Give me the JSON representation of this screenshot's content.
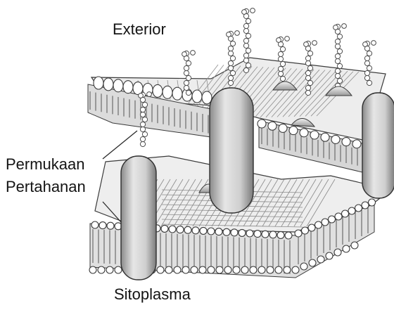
{
  "diagram": {
    "labels": {
      "exterior": "Exterior",
      "surface_line1": "Permukaan",
      "surface_line2": "Pertahanan",
      "cytoplasm": "Sitoplasma"
    },
    "colors": {
      "ink": "#3a3a3a",
      "shade": "#bdbdbd",
      "light": "#e9e9e9",
      "paper": "#ffffff"
    }
  }
}
